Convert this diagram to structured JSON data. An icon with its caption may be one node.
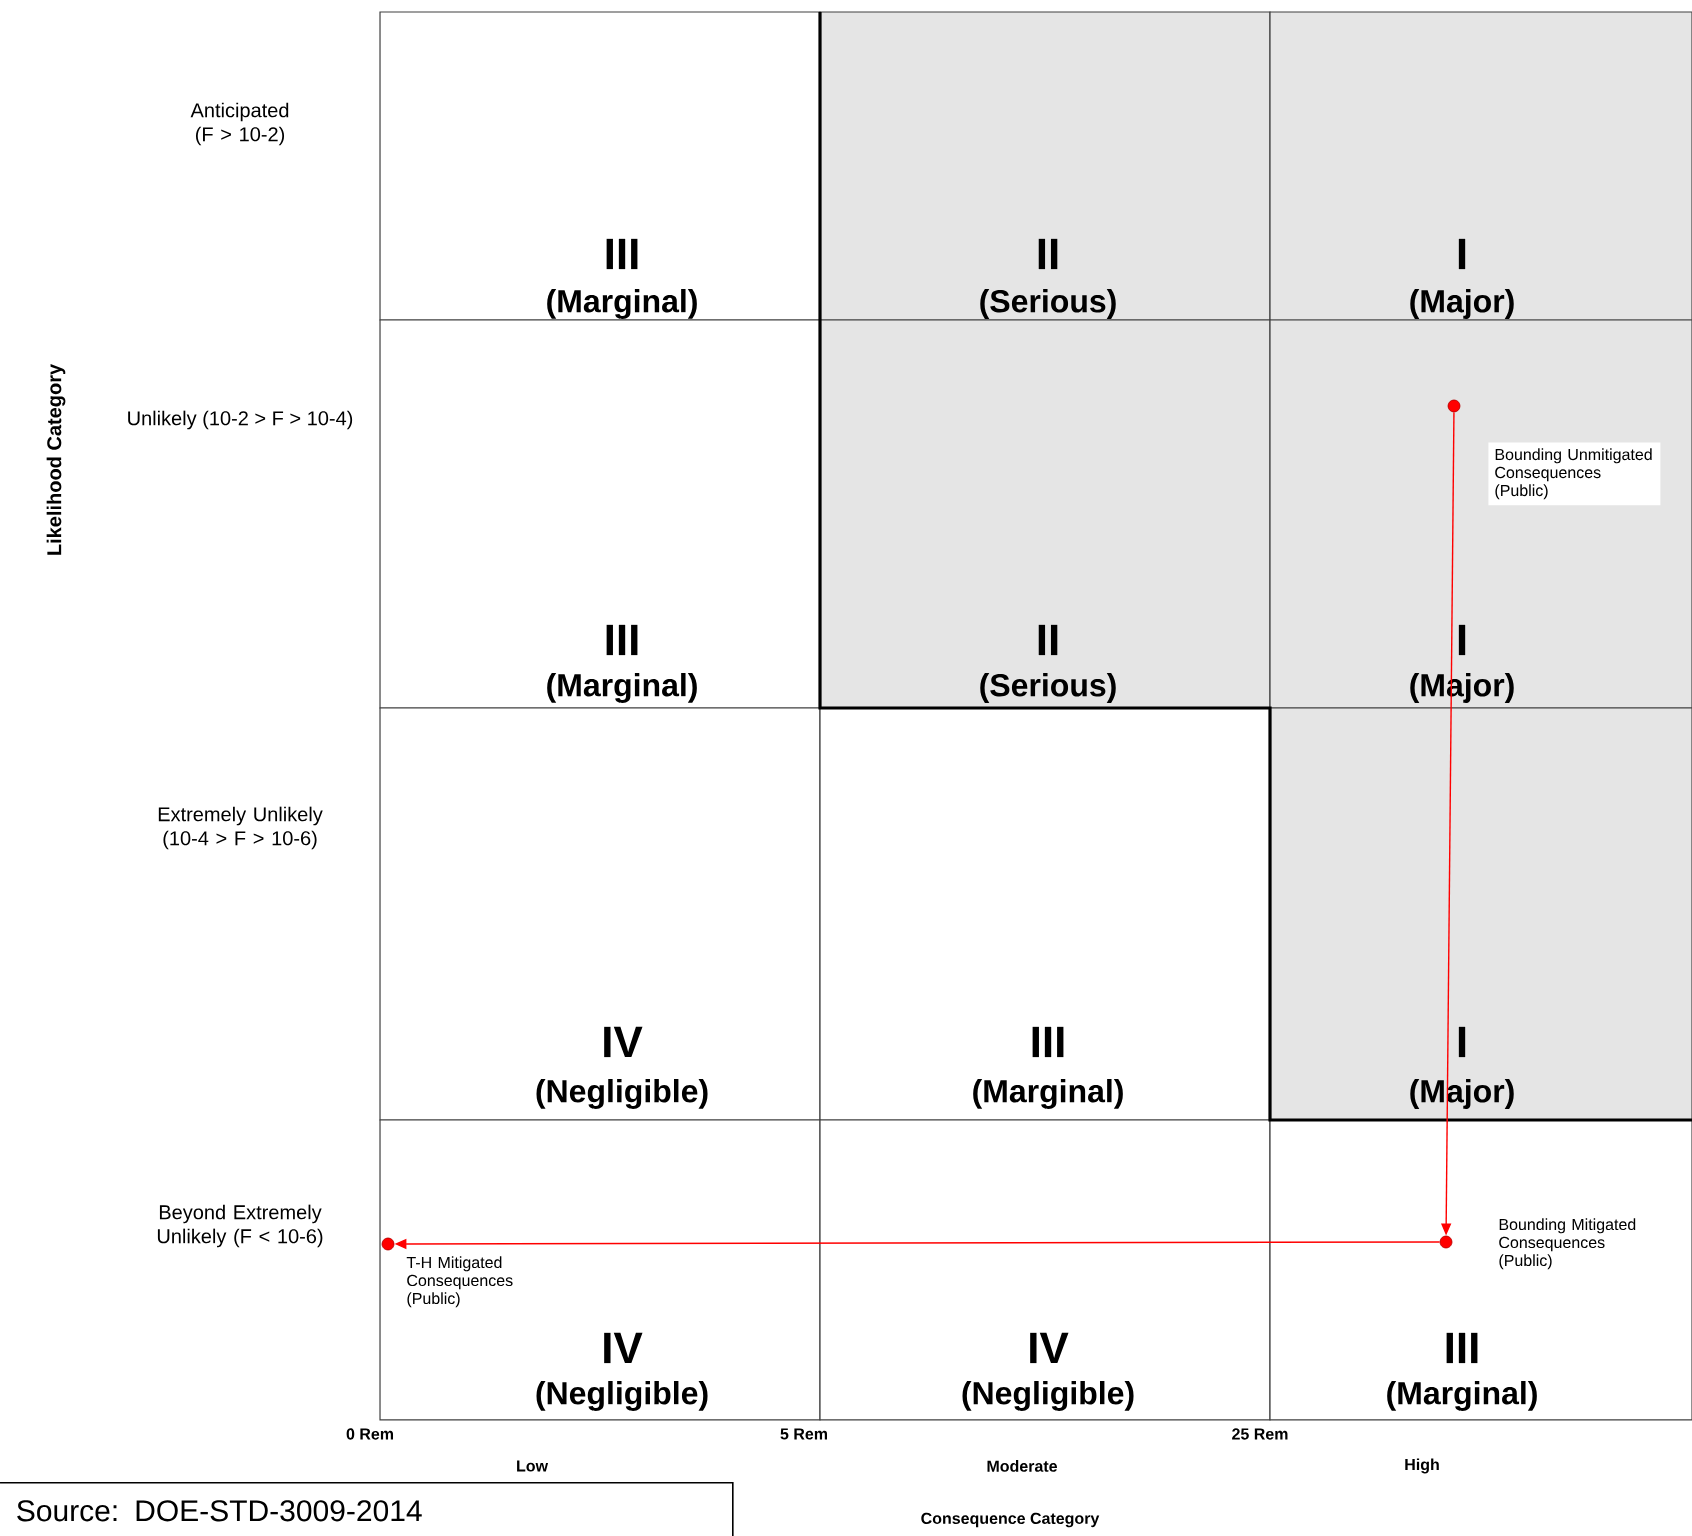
{
  "diagram": {
    "nodes": [
      {
        "text": [],
        "shape": "circle",
        "beside": [
          "Bounding Unmitigated Consequences (Public)"
        ]
      },
      {
        "text": [],
        "shape": "circle",
        "beside": [
          "Bounding Mitigated Consequences (Public)"
        ]
      },
      {
        "text": [],
        "shape": "circle",
        "beside": [
          "T-H Mitigated Consequences (Public)"
        ]
      },
      {
        "text": [
          "Source: DOE-STD-3009-2014"
        ]
      }
    ],
    "edges": [
      {
        "from": 0,
        "to": 1,
        "arrow": "to",
        "color": "#ff0000"
      },
      {
        "from": 1,
        "to": 2,
        "arrow": "to",
        "color": "#ff0000"
      }
    ],
    "labels": [
      "Anticipated (F > 10-2)",
      "Likelihood Category",
      "Unlikely (10-2 > F > 10-4)",
      "Extremely Unlikely (10-4 > F > 10-6)",
      "Beyond Extremely Unlikely (F < 10-6)",
      "0 Rem",
      "5 Rem",
      "25 Rem",
      "Low",
      "Moderate",
      "High",
      "Consequence Category",
      "III",
      "(Marginal)",
      "II",
      "(Serious)",
      "I",
      "(Major)",
      "III",
      "(Marginal)",
      "II",
      "(Serious)",
      "I",
      "(Major)",
      "IV",
      "(Negligible)",
      "III",
      "(Marginal)",
      "I",
      "(Major)",
      "IV",
      "(Negligible)",
      "IV",
      "(Negligible)",
      "III",
      "(Marginal)"
    ]
  }
}
